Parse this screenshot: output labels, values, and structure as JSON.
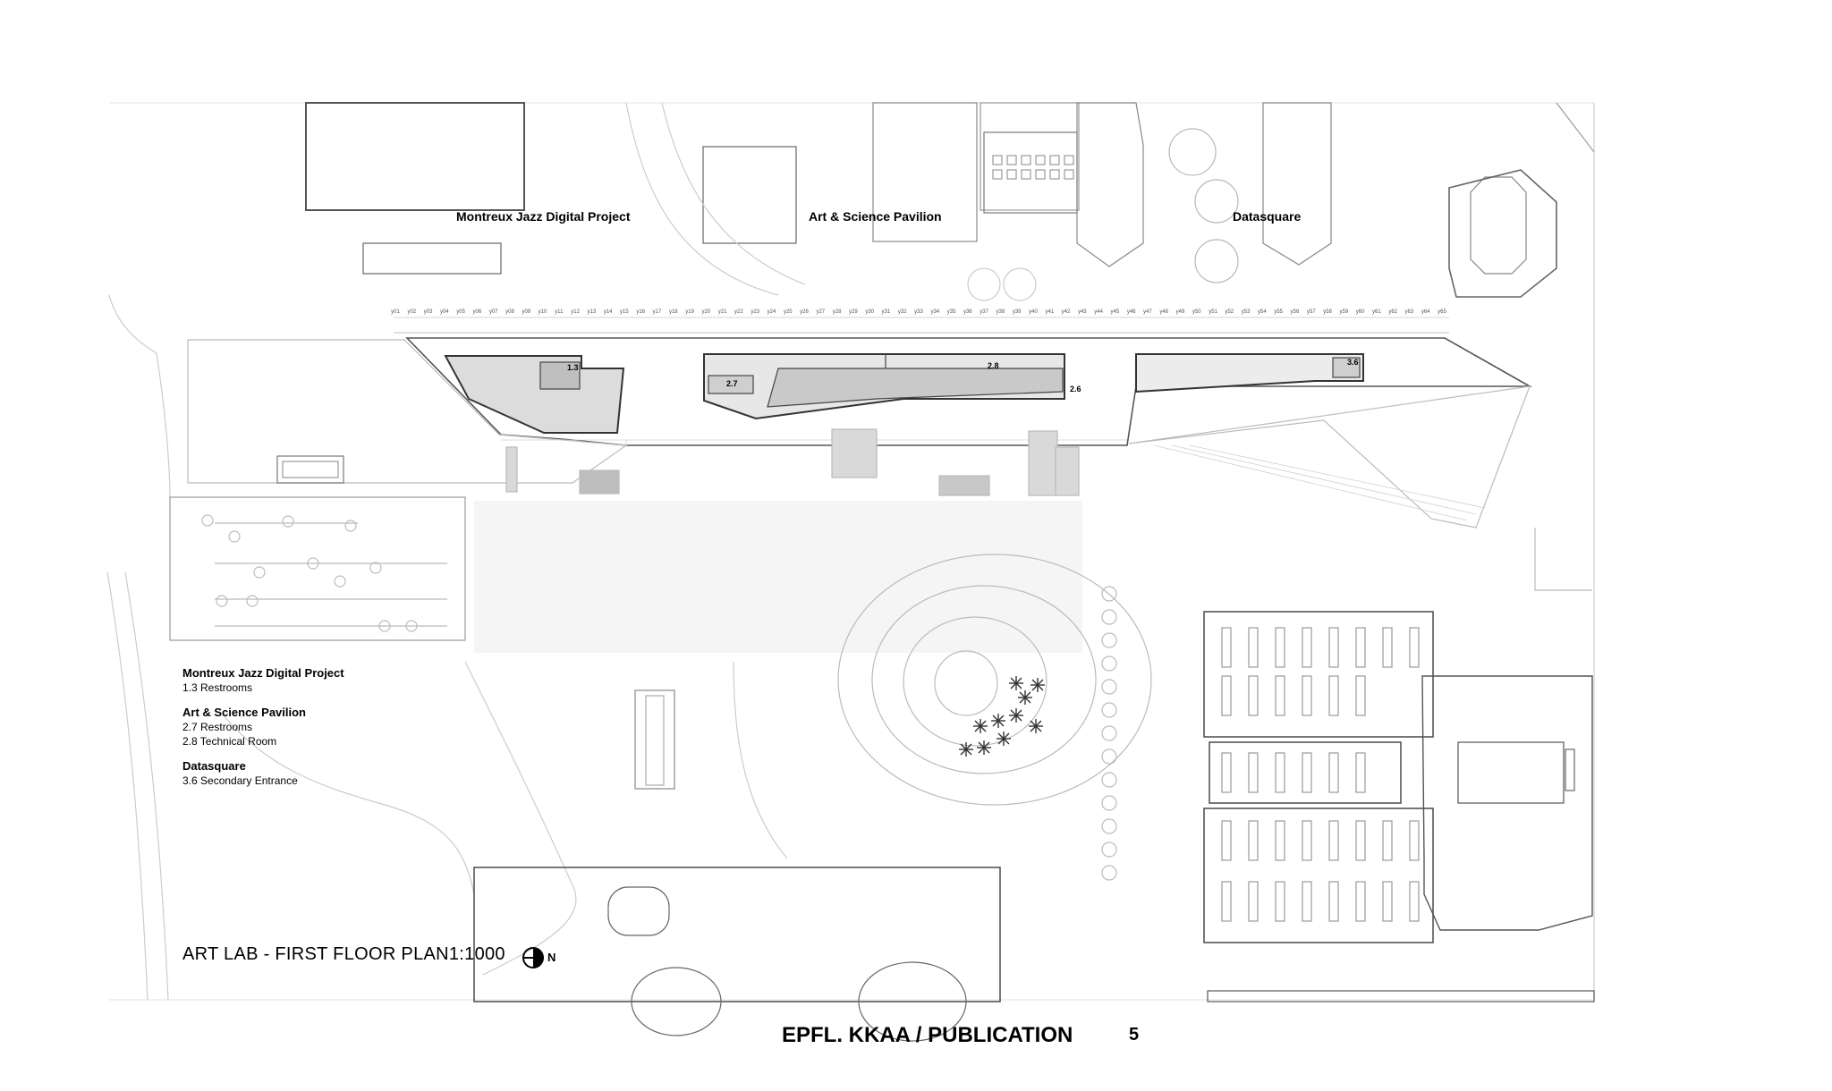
{
  "building_labels": {
    "montreux": "Montreux Jazz Digital Project",
    "art_science": "Art & Science Pavilion",
    "datasquare": "Datasquare"
  },
  "room_labels": {
    "r13": "1.3",
    "r27": "2.7",
    "r28": "2.8",
    "r26": "2.6",
    "r36": "3.6"
  },
  "legend": [
    {
      "title": "Montreux Jazz Digital Project",
      "items": [
        "1.3  Restrooms"
      ]
    },
    {
      "title": "Art & Science Pavilion",
      "items": [
        "2.7  Restrooms",
        "2.8  Technical Room"
      ]
    },
    {
      "title": "Datasquare",
      "items": [
        "3.6  Secondary Entrance"
      ]
    }
  ],
  "plan_title": "ART LAB - FIRST FLOOR PLAN1:1000",
  "north_label": "N",
  "footer": "EPFL. KKAA / PUBLICATION",
  "page_number": "5",
  "axis_labels": [
    "y01",
    "y02",
    "y03",
    "y04",
    "y05",
    "y06",
    "y07",
    "y08",
    "y09",
    "y10",
    "y11",
    "y12",
    "y13",
    "y14",
    "y15",
    "y16",
    "y17",
    "y18",
    "y19",
    "y20",
    "y21",
    "y22",
    "y23",
    "y24",
    "y25",
    "y26",
    "y27",
    "y28",
    "y29",
    "y30",
    "y31",
    "y32",
    "y33",
    "y34",
    "y35",
    "y36",
    "y37",
    "y38",
    "y39",
    "y40",
    "y41",
    "y42",
    "y43",
    "y44",
    "y45",
    "y46",
    "y47",
    "y48",
    "y49",
    "y50",
    "y51",
    "y52",
    "y53",
    "y54",
    "y55",
    "y56",
    "y57",
    "y58",
    "y59",
    "y60",
    "y61",
    "y62",
    "y63",
    "y64",
    "y65"
  ]
}
